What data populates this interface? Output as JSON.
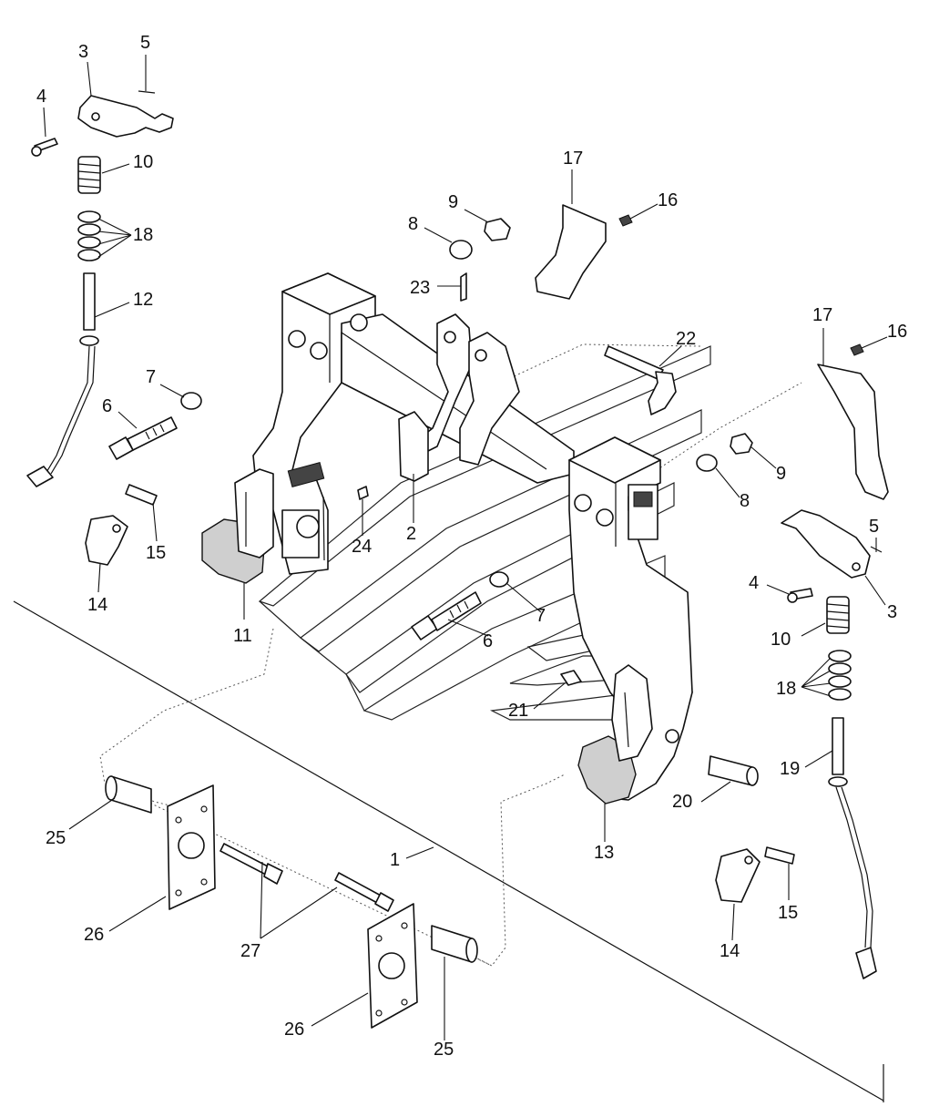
{
  "diagram": {
    "callouts": [
      {
        "id": "c3a",
        "text": "3"
      },
      {
        "id": "c5a",
        "text": "5"
      },
      {
        "id": "c4a",
        "text": "4"
      },
      {
        "id": "c10a",
        "text": "10"
      },
      {
        "id": "c18a",
        "text": "18"
      },
      {
        "id": "c12",
        "text": "12"
      },
      {
        "id": "c7a",
        "text": "7"
      },
      {
        "id": "c6a",
        "text": "6"
      },
      {
        "id": "c15a",
        "text": "15"
      },
      {
        "id": "c14a",
        "text": "14"
      },
      {
        "id": "c11",
        "text": "11"
      },
      {
        "id": "c24",
        "text": "24"
      },
      {
        "id": "c2",
        "text": "2"
      },
      {
        "id": "c9a",
        "text": "9"
      },
      {
        "id": "c8a",
        "text": "8"
      },
      {
        "id": "c23",
        "text": "23"
      },
      {
        "id": "c17a",
        "text": "17"
      },
      {
        "id": "c16a",
        "text": "16"
      },
      {
        "id": "c22",
        "text": "22"
      },
      {
        "id": "c17b",
        "text": "17"
      },
      {
        "id": "c16b",
        "text": "16"
      },
      {
        "id": "c9b",
        "text": "9"
      },
      {
        "id": "c8b",
        "text": "8"
      },
      {
        "id": "c5b",
        "text": "5"
      },
      {
        "id": "c4b",
        "text": "4"
      },
      {
        "id": "c3b",
        "text": "3"
      },
      {
        "id": "c10b",
        "text": "10"
      },
      {
        "id": "c18b",
        "text": "18"
      },
      {
        "id": "c19",
        "text": "19"
      },
      {
        "id": "c7b",
        "text": "7"
      },
      {
        "id": "c6b",
        "text": "6"
      },
      {
        "id": "c21",
        "text": "21"
      },
      {
        "id": "c20",
        "text": "20"
      },
      {
        "id": "c13",
        "text": "13"
      },
      {
        "id": "c1",
        "text": "1"
      },
      {
        "id": "c25a",
        "text": "25"
      },
      {
        "id": "c26a",
        "text": "26"
      },
      {
        "id": "c27",
        "text": "27"
      },
      {
        "id": "c26b",
        "text": "26"
      },
      {
        "id": "c25b",
        "text": "25"
      },
      {
        "id": "c14b",
        "text": "14"
      },
      {
        "id": "c15b",
        "text": "15"
      }
    ]
  }
}
